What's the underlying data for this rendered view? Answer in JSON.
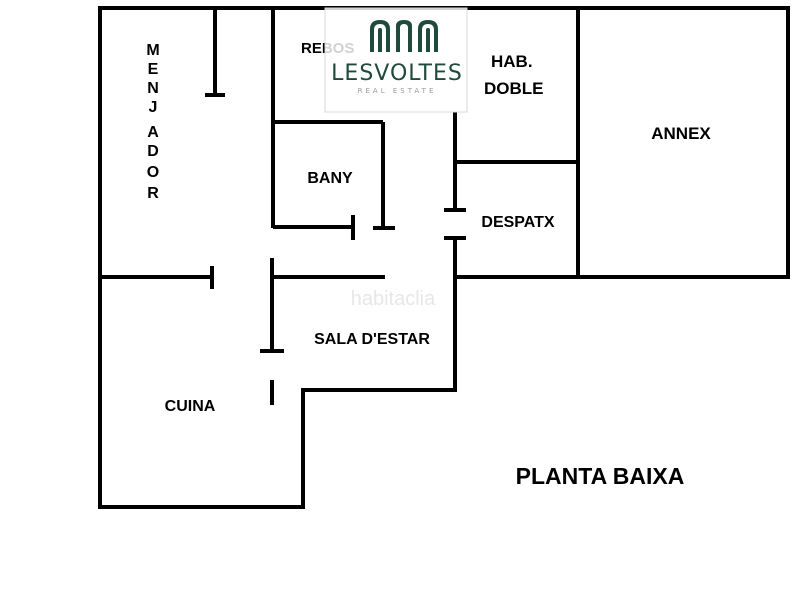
{
  "plan": {
    "title": "PLANTA BAIXA",
    "rooms": {
      "menjador": [
        "M",
        "E",
        "N",
        "J",
        "A",
        "D",
        "O",
        "R"
      ],
      "rebost": "REBOS",
      "hab_line1": "HAB.",
      "hab_line2": "DOBLE",
      "annex": "ANNEX",
      "bany": "BANY",
      "despatx": "DESPATX",
      "sala": "SALA D'ESTAR",
      "cuina": "CUINA"
    }
  },
  "logo": {
    "name": "LESVOLTES",
    "tagline": "REAL ESTATE",
    "color": "#1f4a3c"
  },
  "watermark": {
    "text": "habitaclia"
  }
}
